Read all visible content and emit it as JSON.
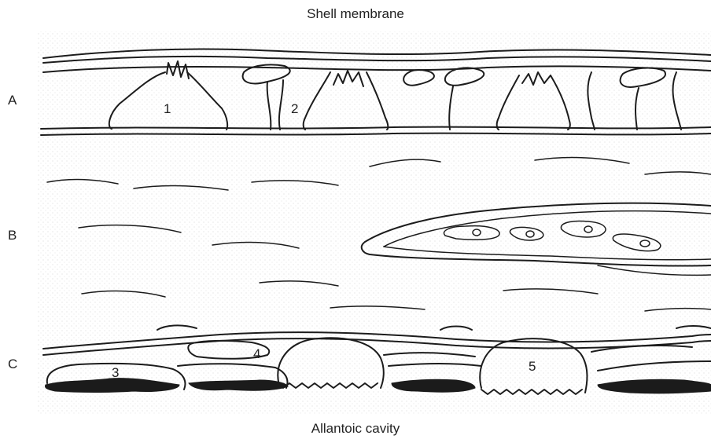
{
  "labels": {
    "top": "Shell membrane",
    "bottom": "Allantoic cavity",
    "rows": [
      "A",
      "B",
      "C"
    ]
  },
  "numbers": [
    "1",
    "2",
    "3",
    "4",
    "5"
  ]
}
